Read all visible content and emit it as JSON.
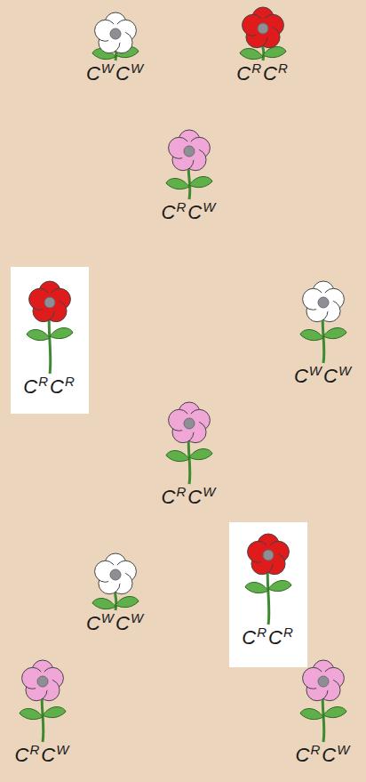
{
  "diagram": {
    "nodes": [
      {
        "text": [
          "CWCW"
        ]
      },
      {
        "text": [
          "CRCR"
        ]
      },
      {
        "text": [
          "CRCW"
        ]
      },
      {
        "text": [
          "CRCR"
        ]
      },
      {
        "text": [
          "CWCW"
        ]
      },
      {
        "text": [
          "CRCW"
        ]
      },
      {
        "text": [
          "CWCW"
        ]
      },
      {
        "text": [
          "CRCR"
        ]
      },
      {
        "text": [
          "CRCW"
        ]
      },
      {
        "text": [
          "CRCW"
        ]
      }
    ]
  }
}
